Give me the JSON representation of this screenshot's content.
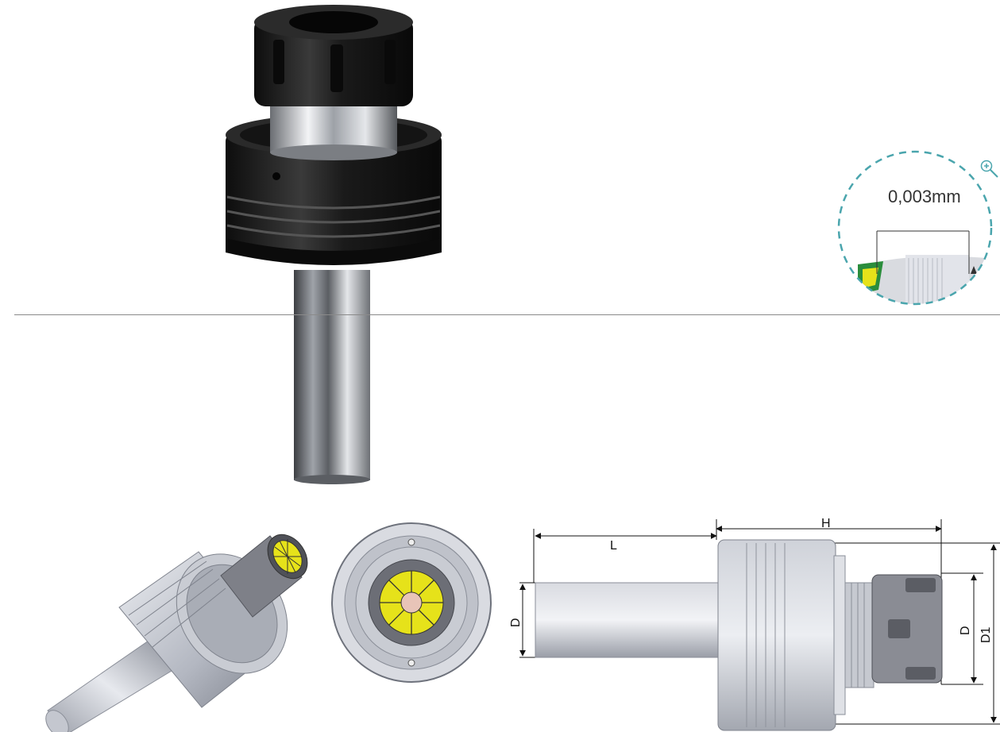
{
  "zoom_callout": {
    "tolerance_label": "0,003mm",
    "icon": "zoom-in-icon"
  },
  "dimensions": {
    "length_label": "L",
    "height_label": "H",
    "shank_diameter_label": "D",
    "collet_diameter_label": "D",
    "body_diameter_label": "D1"
  },
  "colors": {
    "tolerance_circle": "#4aa5ad",
    "tool_black": "#1c1c1c",
    "steel": "#c9ccd3",
    "collet_yellow": "#e6e21a"
  }
}
